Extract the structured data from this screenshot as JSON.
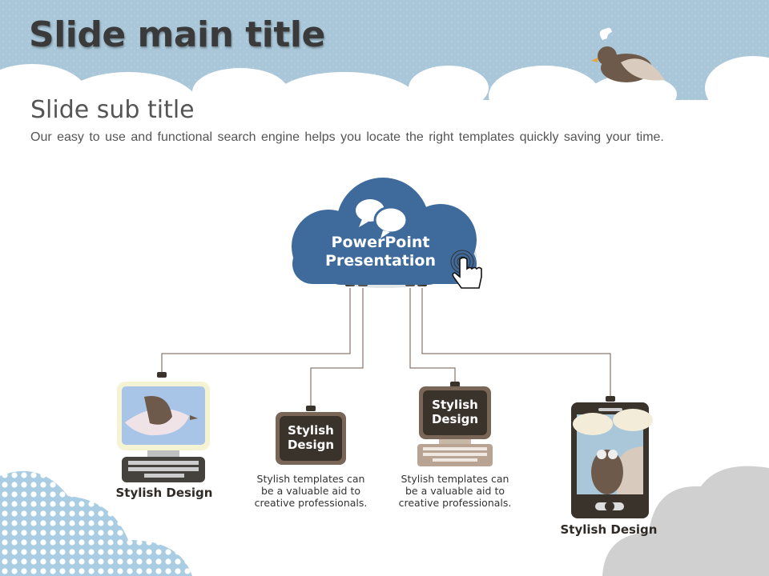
{
  "header": {
    "title": "Slide main title"
  },
  "content": {
    "subtitle": "Slide sub title",
    "description": "Our easy to use and functional search engine helps you locate the right templates  quickly  saving your time."
  },
  "cloud": {
    "line1": "PowerPoint",
    "line2": "Presentation"
  },
  "devices": [
    {
      "caption": "Stylish Design"
    },
    {
      "screen_line1": "Stylish",
      "screen_line2": "Design",
      "text": [
        "Stylish templates  can",
        "be a valuable aid to",
        "creative professionals."
      ]
    },
    {
      "screen_line1": "Stylish",
      "screen_line2": "Design",
      "text": [
        "Stylish templates  can",
        "be a valuable aid to",
        "creative professionals."
      ]
    },
    {
      "caption": "Stylish Design"
    }
  ],
  "colors": {
    "sky": "#a9c7d8",
    "cloud_blue": "#3f6a9c",
    "brown": "#6e5a4a",
    "dark": "#3a332c"
  }
}
